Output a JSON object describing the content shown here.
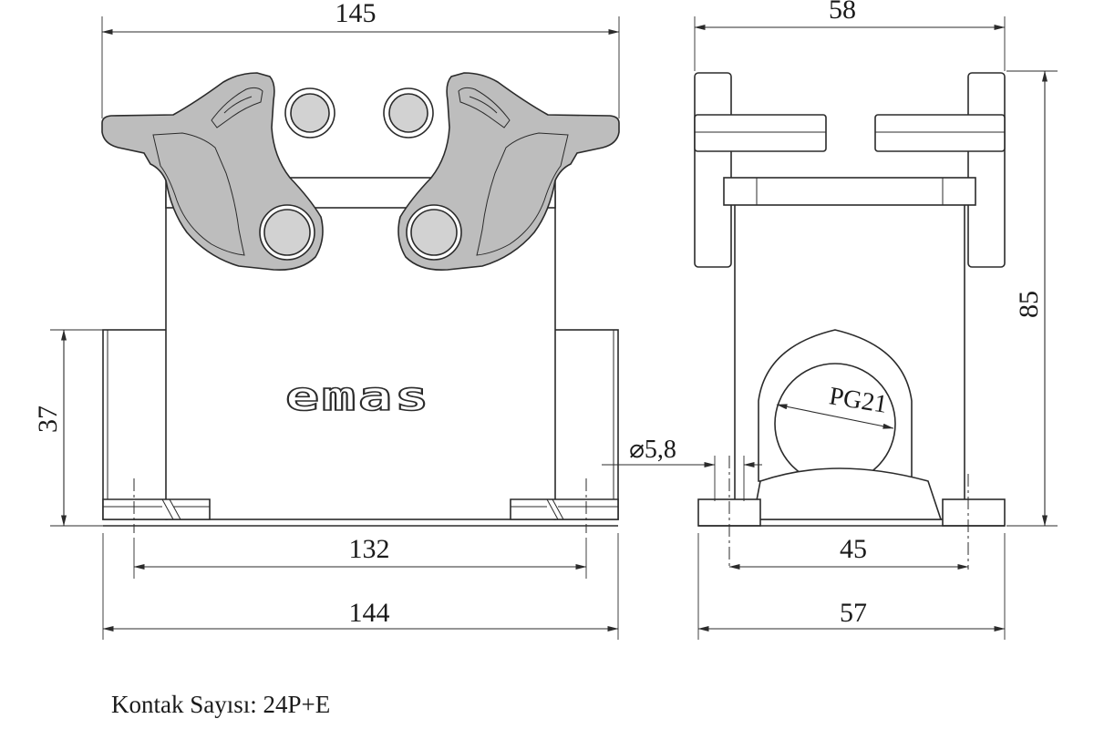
{
  "front_view": {
    "dim_top": "145",
    "dim_left": "37",
    "dim_bottom_inner": "132",
    "dim_bottom_outer": "144",
    "logo_text": "emas"
  },
  "side_view": {
    "dim_top": "58",
    "dim_right": "85",
    "dim_bottom_inner": "45",
    "dim_bottom_outer": "57",
    "hole_dim": "⌀5,8",
    "gland_label": "PG21"
  },
  "caption": "Kontak Sayısı: 24P+E"
}
